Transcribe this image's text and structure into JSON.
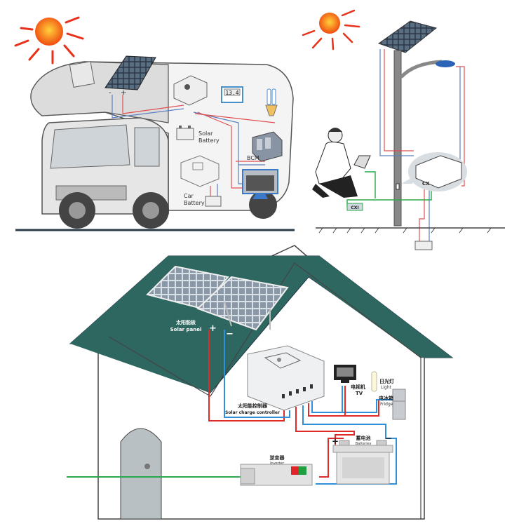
{
  "rv": {
    "solar_battery": [
      "Solar",
      "Battery"
    ],
    "bcm": "BCM",
    "car_battery": [
      "Car",
      "Battery"
    ],
    "display_value": "13.4",
    "plus": "+",
    "minus": "-"
  },
  "streetlight": {
    "controller": "CX",
    "remote": "CXI"
  },
  "house": {
    "solar_panel_cn": "太阳能板",
    "solar_panel_en": "Solar panel",
    "controller_cn": "太阳能控制器",
    "controller_en": "Solar charge controller",
    "tv_cn": "电视机",
    "tv_en": "TV",
    "light_cn": "日光灯",
    "light_en": "Light",
    "fridge_cn": "电冰箱",
    "fridge_en": "Fridge",
    "battery_cn": "蓄电池",
    "battery_en": "Batteries",
    "inverter_cn": "逆变器",
    "inverter_en": "Inverter",
    "plus": "+",
    "minus": "−"
  },
  "colors": {
    "positive": "#e02a2a",
    "negative": "#2f8fd8",
    "signal": "#2aa84a",
    "roof": "#2e6660"
  }
}
